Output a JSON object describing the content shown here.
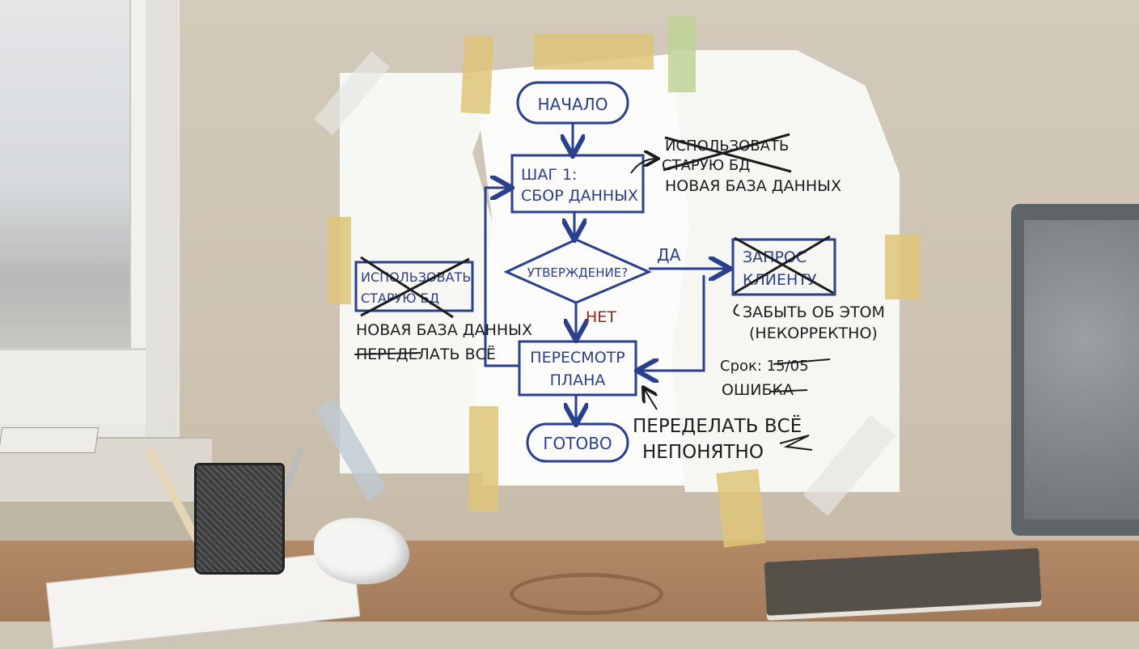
{
  "flowchart": {
    "start": "НАЧАЛО",
    "step1_line1": "ШАГ 1:",
    "step1_line2": "СБОР ДАННЫХ",
    "decision": "УТВЕРЖДЕНИЕ?",
    "yes": "ДА",
    "no": "НЕТ",
    "client_line1": "ЗАПРОС",
    "client_line2": "КЛИЕНТУ",
    "review_line1": "ПЕРЕСМОТР",
    "review_line2": "ПЛАНА",
    "done": "ГОТОВО",
    "left_box_line1": "ИСПОЛЬЗОВАТЬ",
    "left_box_line2": "СТАРУЮ БД"
  },
  "notes": {
    "top_crossed_1": "ИСПОЛЬЗОВАТЬ",
    "top_crossed_2": "СТАРУЮ БД",
    "top_new": "НОВАЯ БАЗА ДАННЫХ",
    "left_new": "НОВАЯ БАЗА ДАННЫХ",
    "left_redo": "ПЕРЕДЕЛАТЬ ВСЁ",
    "forget_1": "ЗАБЫТЬ ОБ ЭТОМ",
    "forget_2": "(НЕКОРРЕКТНО)",
    "deadline": "Срок: 15/05",
    "error": "ОШИБКА",
    "bottom_redo": "ПЕРЕДЕЛАТЬ ВСЁ",
    "unclear": "НЕПОНЯТНО"
  },
  "colors": {
    "ink_blue": "#2b3f8f",
    "ink_black": "#1c1c1c",
    "ink_red": "#8b2a22"
  }
}
